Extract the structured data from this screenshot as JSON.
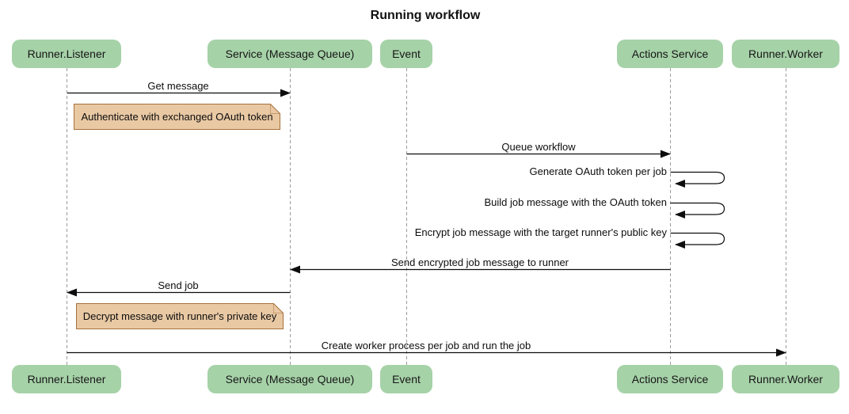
{
  "title": "Running workflow",
  "diagram_type": "sequence",
  "participants": [
    {
      "name": "Runner.Listener"
    },
    {
      "name": "Service (Message Queue)"
    },
    {
      "name": "Event"
    },
    {
      "name": "Actions Service"
    },
    {
      "name": "Runner.Worker"
    }
  ],
  "messages": [
    {
      "label": "Get message",
      "from": "Runner.Listener",
      "to": "Service (Message Queue)",
      "type": "message"
    },
    {
      "label": "Queue workflow",
      "from": "Event",
      "to": "Actions Service",
      "type": "message"
    },
    {
      "label": "Generate OAuth token per job",
      "from": "Actions Service",
      "to": "Actions Service",
      "type": "self"
    },
    {
      "label": "Build job message with the OAuth token",
      "from": "Actions Service",
      "to": "Actions Service",
      "type": "self"
    },
    {
      "label": "Encrypt job message with the target runner's public key",
      "from": "Actions Service",
      "to": "Actions Service",
      "type": "self"
    },
    {
      "label": "Send encrypted job message to runner",
      "from": "Actions Service",
      "to": "Service (Message Queue)",
      "type": "message"
    },
    {
      "label": "Send job",
      "from": "Service (Message Queue)",
      "to": "Runner.Listener",
      "type": "message"
    },
    {
      "label": "Create worker process per job and run the job",
      "from": "Runner.Listener",
      "to": "Runner.Worker",
      "type": "message"
    }
  ],
  "notes": [
    {
      "text": "Authenticate with exchanged OAuth token",
      "anchor": "Runner.Listener"
    },
    {
      "text": "Decrypt message with runner's private key",
      "anchor": "Runner.Listener"
    }
  ],
  "colors": {
    "participant_fill": "#A6D2A8",
    "note_fill": "#E9C9A4",
    "note_border": "#A6713C",
    "lifeline": "#999999",
    "arrow": "#0d0d0d",
    "background": "#ffffff"
  }
}
